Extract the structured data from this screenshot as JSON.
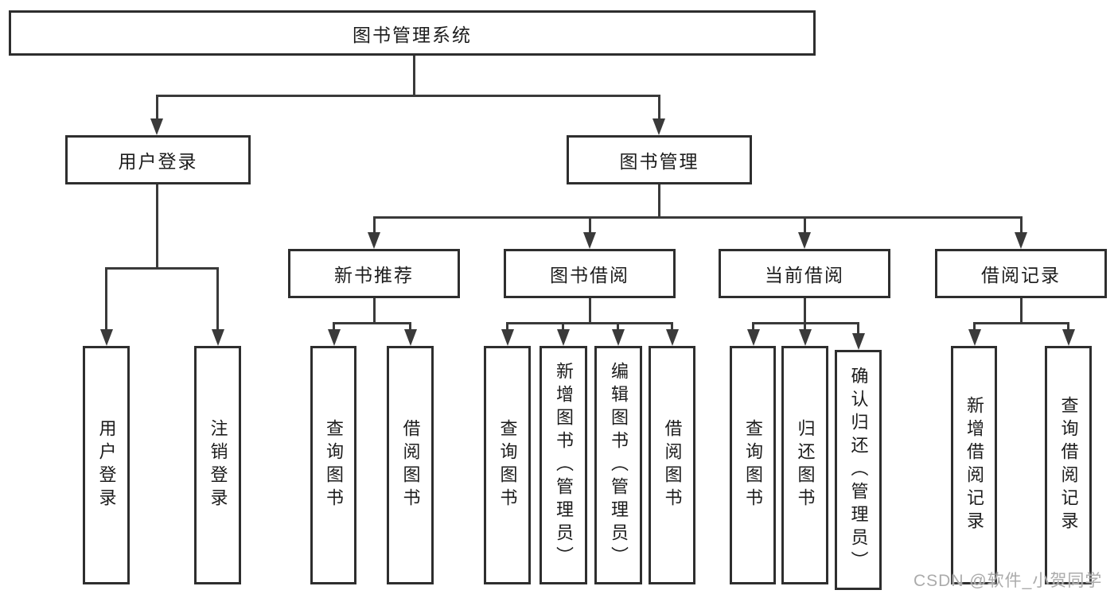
{
  "diagram": {
    "root": {
      "label": "图书管理系统"
    },
    "level2": [
      {
        "label": "用户登录"
      },
      {
        "label": "图书管理"
      }
    ],
    "level3": [
      {
        "label": "新书推荐"
      },
      {
        "label": "图书借阅"
      },
      {
        "label": "当前借阅"
      },
      {
        "label": "借阅记录"
      }
    ],
    "leaves": [
      {
        "label": "用户登录"
      },
      {
        "label": "注销登录"
      },
      {
        "label": "查询图书"
      },
      {
        "label": "借阅图书"
      },
      {
        "label": "查询图书"
      },
      {
        "label": "新增图书（管理员）"
      },
      {
        "label": "编辑图书（管理员）"
      },
      {
        "label": "借阅图书"
      },
      {
        "label": "查询图书"
      },
      {
        "label": "归还图书"
      },
      {
        "label": "确认归还（管理员）"
      },
      {
        "label": "新增借阅记录"
      },
      {
        "label": "查询借阅记录"
      }
    ]
  },
  "watermark": {
    "text": "CSDN @软件_小贺同学"
  },
  "colors": {
    "line": "#3a3a3a",
    "box_border": "#2e2e2e",
    "text": "#1c1c1c",
    "watermark": "#ababab",
    "background": "#ffffff"
  }
}
